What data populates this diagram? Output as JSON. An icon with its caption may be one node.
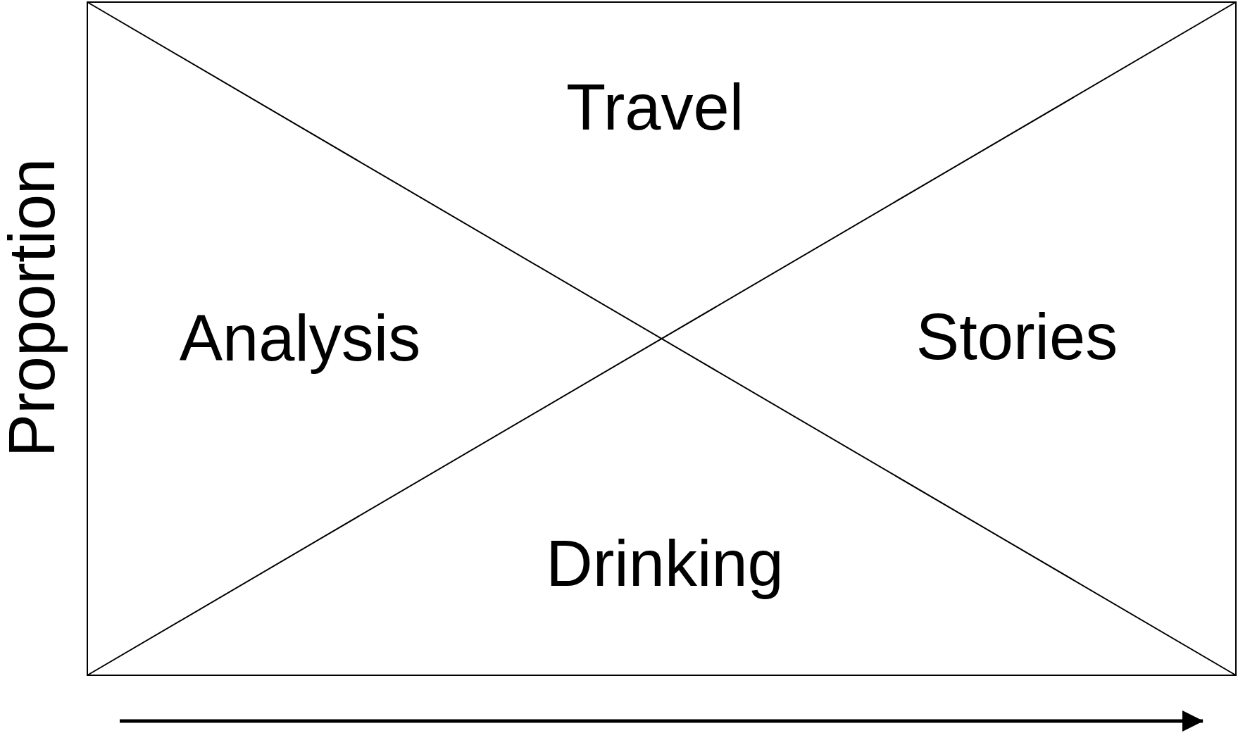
{
  "diagram": {
    "labels": [
      "Travel",
      "Proportion",
      "Analysis",
      "Stories",
      "Drinking"
    ]
  }
}
